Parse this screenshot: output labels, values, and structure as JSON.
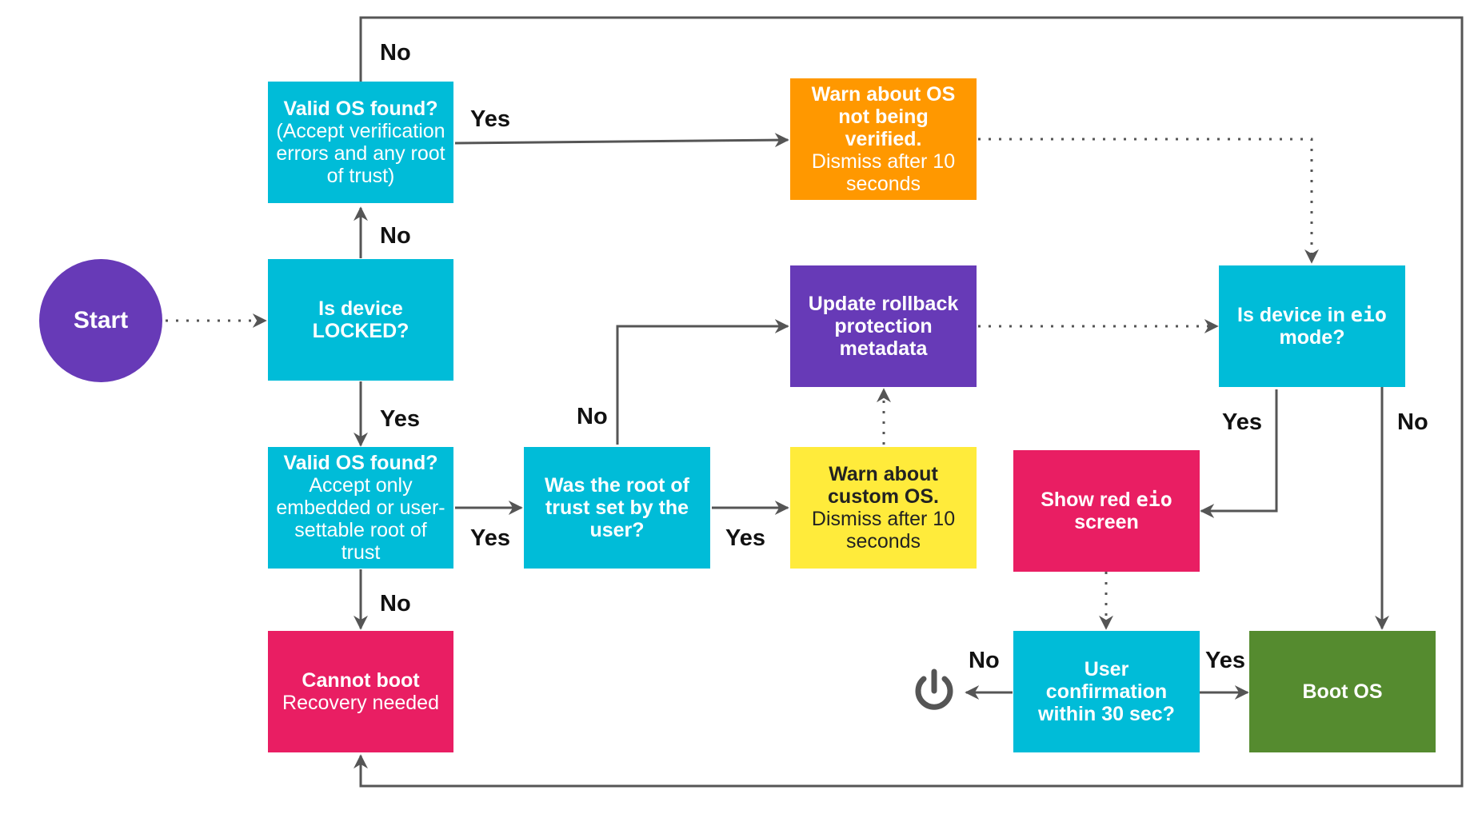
{
  "start": {
    "label": "Start"
  },
  "nodes": {
    "locked": {
      "title": "Is device LOCKED?"
    },
    "valid_any": {
      "title": "Valid OS found?",
      "subtitle": "(Accept verification errors and any root of trust)"
    },
    "valid_embedded": {
      "title": "Valid OS found?",
      "subtitle": "Accept only embedded or user-settable root of trust"
    },
    "cannot_boot": {
      "title": "Cannot boot",
      "subtitle": "Recovery needed"
    },
    "warn_unverified": {
      "title": "Warn about OS not being verified.",
      "subtitle": "Dismiss after 10 seconds"
    },
    "root_set": {
      "title": "Was the root of trust set by the user?"
    },
    "rollback": {
      "title": "Update rollback protection metadata"
    },
    "warn_custom": {
      "title": "Warn about custom OS.",
      "subtitle": "Dismiss after 10 seconds"
    },
    "eio_mode": {
      "title_before": "Is device in ",
      "code": "eio",
      "title_after": " mode?"
    },
    "red_eio": {
      "title_before": "Show red ",
      "code": "eio",
      "title_after": " screen"
    },
    "user_confirm": {
      "title": "User confirmation within 30 sec?"
    },
    "boot_os": {
      "title": "Boot OS"
    }
  },
  "edge_labels": {
    "locked_no_up": "No",
    "top_no": "No",
    "valid_any_yes": "Yes",
    "locked_yes": "Yes",
    "valid_embedded_yes": "Yes",
    "valid_embedded_no": "No",
    "root_set_no": "No",
    "root_set_yes": "Yes",
    "eio_yes": "Yes",
    "eio_no": "No",
    "confirm_no": "No",
    "confirm_yes": "Yes"
  },
  "icons": {
    "power": "power-icon"
  },
  "colors": {
    "cyan": "#00bcd8",
    "orange": "#ff9800",
    "purple": "#673ab7",
    "yellow": "#ffeb3b",
    "pink": "#e91e63",
    "green": "#558b2f",
    "line": "#555555"
  }
}
